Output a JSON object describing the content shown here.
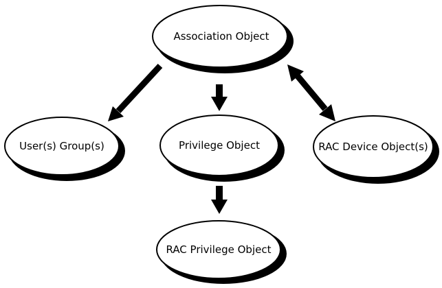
{
  "diagram": {
    "nodes": {
      "association": {
        "label": "Association Object"
      },
      "users_groups": {
        "label": "User(s) Group(s)"
      },
      "privilege": {
        "label": "Privilege Object"
      },
      "rac_device": {
        "label": "RAC Device Object(s)"
      },
      "rac_privilege": {
        "label": "RAC Privilege Object"
      }
    },
    "edges": [
      {
        "from": "association",
        "to": "users_groups",
        "direction": "forward"
      },
      {
        "from": "association",
        "to": "privilege",
        "direction": "forward"
      },
      {
        "from": "association",
        "to": "rac_device",
        "direction": "both"
      },
      {
        "from": "privilege",
        "to": "rac_privilege",
        "direction": "forward"
      }
    ],
    "colors": {
      "stroke": "#000000",
      "fill": "#ffffff",
      "shadow": "#000000"
    }
  }
}
